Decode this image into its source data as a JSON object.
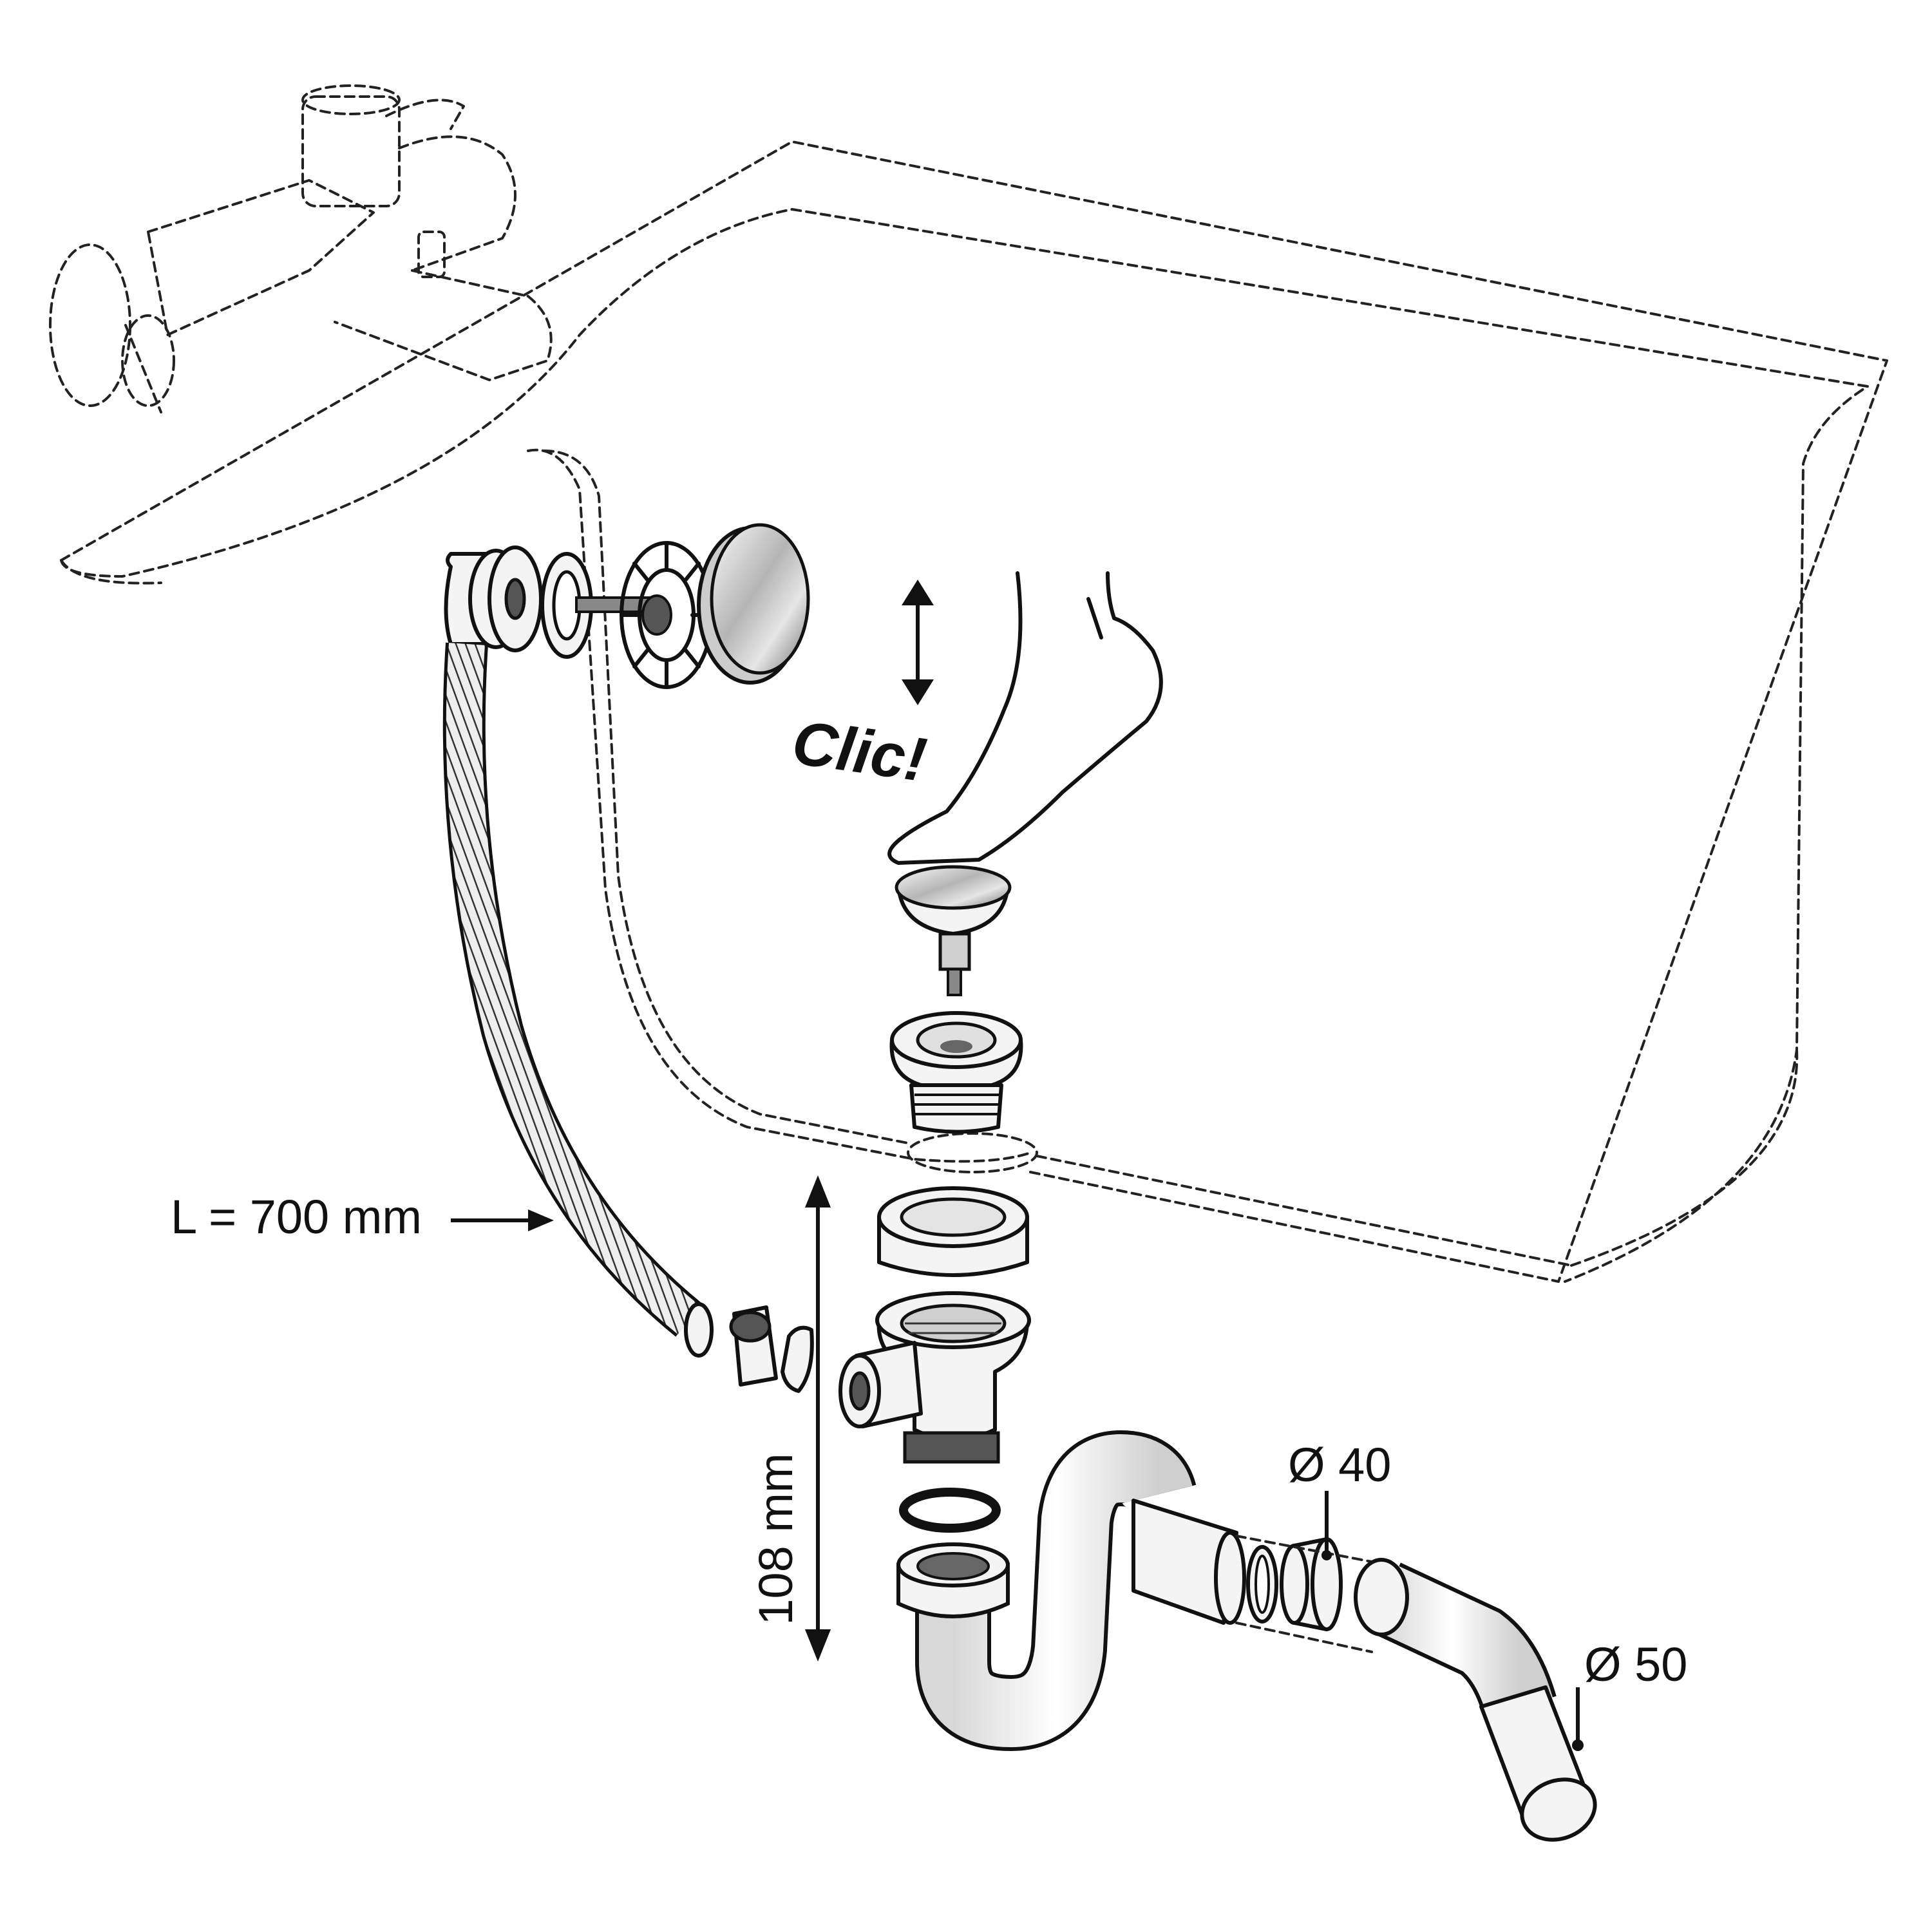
{
  "labels": {
    "hose_length": "L = 700 mm",
    "height_dim": "108 mm",
    "pipe_diam_40": "Ø 40",
    "pipe_diam_50": "Ø 50",
    "click": "Clic!"
  },
  "colors": {
    "line": "#111111",
    "chrome_light": "#e8e8e8",
    "chrome_dark": "#7a7a7a",
    "part_fill": "#f4f4f4",
    "background": "#ffffff"
  }
}
